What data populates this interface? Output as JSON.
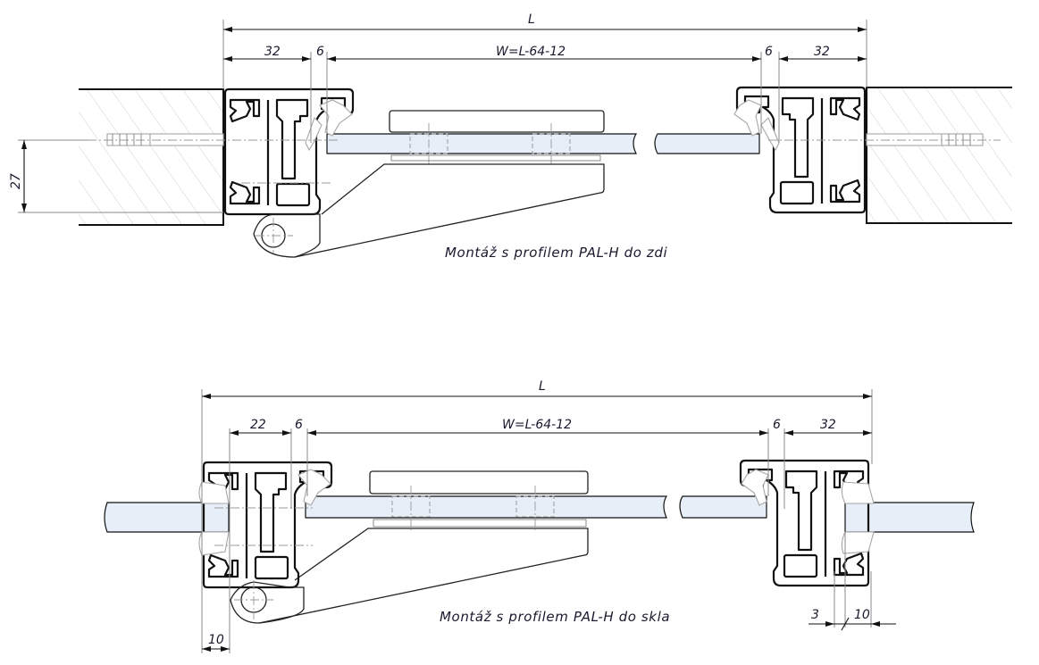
{
  "drawing": {
    "top": {
      "caption": "Montáž s profilem PAL-H do zdi",
      "dims": {
        "overall": "L",
        "left_profile": "32",
        "left_gap": "6",
        "glass_width": "W=L-64-12",
        "right_gap": "6",
        "right_profile": "32",
        "anchor_height": "27"
      }
    },
    "bottom": {
      "caption": "Montáž s profilem PAL-H do skla",
      "dims": {
        "overall": "L",
        "left_profile": "22",
        "left_gap": "6",
        "glass_width": "W=L-64-12",
        "right_gap": "6",
        "right_profile": "32",
        "left_insert": "10",
        "right_offset": "3",
        "right_insert": "10"
      }
    },
    "colors": {
      "glass_fill": "#e6eef7",
      "outline": "#111111",
      "secondary": "#a6a6a6",
      "dim_text": "#1a1a2e"
    }
  }
}
